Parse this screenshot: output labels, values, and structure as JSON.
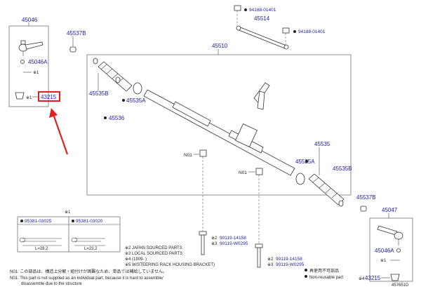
{
  "parts": {
    "p45046": "45046",
    "p45046a_left": "45046A",
    "p43215_left": "43215",
    "p45537b_left": "45537B",
    "p94188_top": "94188-01401",
    "p45514": "45514",
    "p94188_right": "94188-01401",
    "p45510": "45510",
    "p45535b_left": "45535B",
    "p45535a_left": "45535A",
    "p45536": "45536",
    "p45535_right": "45535",
    "p45535a_right": "45535A",
    "p45535b_right": "45535B",
    "p45537b_right": "45537B",
    "p45047": "45047",
    "p45046a_right": "45046A",
    "p43215_right": "43215",
    "n01_upper": "N01",
    "n01_lower": "N01",
    "p90119_14158_a": "90119-14158",
    "p90119_w0295_a": "90119-W0295",
    "p90119_14158_b": "90119-14158",
    "p90119_w0295_b": "90119-W0295",
    "p95381_03025": "95381-03025",
    "p95381_03020": "95381-03020"
  },
  "marks": {
    "ast1": "※1",
    "ast1_box": "※1",
    "ast2_a": "※2",
    "ast3_a": "※3",
    "ast2_b": "※2",
    "ast3_b": "※3",
    "ast4_right": "※4",
    "ast1_right": "※1",
    "ast5": "※5",
    "ast1_left": "※1"
  },
  "dimensions": {
    "l_28": "L=28.2",
    "l_23": "L=23.2"
  },
  "notes": {
    "n2": "※2 JAPAN SOURCED PARTS",
    "n3": "※3 LOCAL SOURCED PARTS",
    "n4": "※4 (1909-        )",
    "n5": "※5 W/STEERING RACK HOUSING BRACKET)",
    "n01_jp": "N01: この部品は、構造上分解・組付けが困難なため、単品では補給していません。",
    "n01_en1": "N01: This part is not supplied as an individual part, because it is hard to assemble/",
    "n01_en2": "disassemble due to the structure"
  },
  "legend": {
    "reuse_jp": "再使用不可部品",
    "nonreuse": "Non-reusable part"
  },
  "diagram_id": "457651D",
  "colors": {
    "part_number": "#1a1aa6",
    "highlight": "#e02020",
    "line": "#444444"
  }
}
